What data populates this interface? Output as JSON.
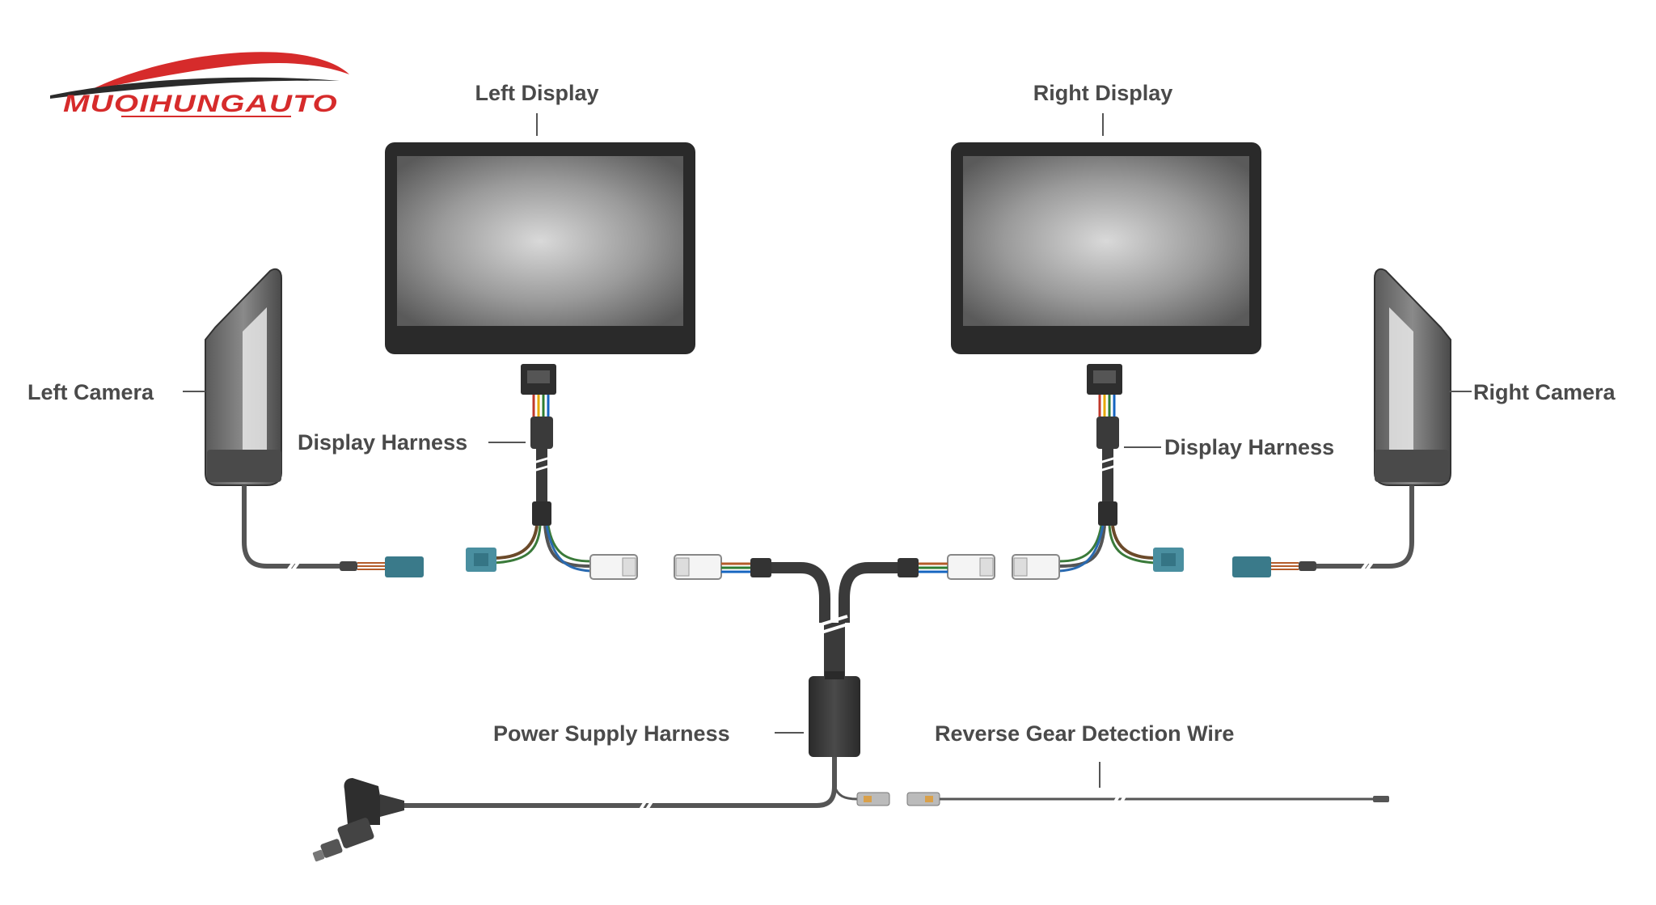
{
  "logo": {
    "text": "MUOIHUNGAUTO",
    "accent_color": "#d62b2b",
    "dark_color": "#2b2b2b"
  },
  "labels": {
    "left_display": "Left Display",
    "right_display": "Right Display",
    "left_camera": "Left Camera",
    "right_camera": "Right Camera",
    "display_harness_left": "Display Harness",
    "display_harness_right": "Display Harness",
    "power_supply_harness": "Power Supply Harness",
    "reverse_gear_wire": "Reverse Gear Detection Wire"
  },
  "colors": {
    "cable": "#555555",
    "cable_dark": "#3a3a3a",
    "connector_blue": "#4a8fa0",
    "connector_white": "#f4f4f4",
    "screen_frame": "#2a2a2a",
    "text": "#4a4a4a"
  }
}
